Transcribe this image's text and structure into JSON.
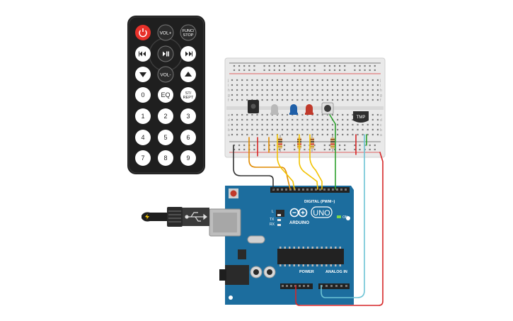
{
  "remote": {
    "buttons": [
      {
        "label": "",
        "icon": "power-icon",
        "color": "#e8312a",
        "text_color": "#ffffff"
      },
      {
        "label": "VOL+",
        "color": "#2b2b2b",
        "text_color": "#ffffff"
      },
      {
        "label": "FUNC/\nSTOP",
        "color": "#2b2b2b",
        "text_color": "#ffffff"
      },
      {
        "label": "",
        "icon": "rewind-icon",
        "color": "#ffffff",
        "text_color": "#222222"
      },
      {
        "label": "",
        "icon": "play-pause-icon",
        "color": "#2b2b2b",
        "text_color": "#ffffff"
      },
      {
        "label": "",
        "icon": "fast-forward-icon",
        "color": "#ffffff",
        "text_color": "#222222"
      },
      {
        "label": "",
        "icon": "down-triangle-icon",
        "color": "#ffffff",
        "text_color": "#222222"
      },
      {
        "label": "VOL-",
        "color": "#2b2b2b",
        "text_color": "#ffffff"
      },
      {
        "label": "",
        "icon": "up-triangle-icon",
        "color": "#ffffff",
        "text_color": "#222222"
      },
      {
        "label": "0",
        "color": "#ffffff",
        "text_color": "#222222"
      },
      {
        "label": "EQ",
        "color": "#ffffff",
        "text_color": "#222222"
      },
      {
        "label": "ST/\nREPT",
        "color": "#ffffff",
        "text_color": "#222222"
      },
      {
        "label": "1",
        "color": "#ffffff",
        "text_color": "#222222"
      },
      {
        "label": "2",
        "color": "#ffffff",
        "text_color": "#222222"
      },
      {
        "label": "3",
        "color": "#ffffff",
        "text_color": "#222222"
      },
      {
        "label": "4",
        "color": "#ffffff",
        "text_color": "#222222"
      },
      {
        "label": "5",
        "color": "#ffffff",
        "text_color": "#222222"
      },
      {
        "label": "6",
        "color": "#ffffff",
        "text_color": "#222222"
      },
      {
        "label": "7",
        "color": "#ffffff",
        "text_color": "#222222"
      },
      {
        "label": "8",
        "color": "#ffffff",
        "text_color": "#222222"
      },
      {
        "label": "9",
        "color": "#ffffff",
        "text_color": "#222222"
      }
    ]
  },
  "breadboard": {
    "row_letters_top": [
      "j",
      "i",
      "h",
      "g",
      "f"
    ],
    "row_letters_bottom": [
      "e",
      "d",
      "c",
      "b",
      "a"
    ]
  },
  "components": {
    "sensor_label": "TMP",
    "led_colors": [
      "#b9b9b9",
      "#1f5fa8",
      "#c0392b"
    ]
  },
  "arduino": {
    "brand": "ARDUINO",
    "model": "UNO",
    "digital_label": "DIGITAL (PWM~)",
    "power_label": "POWER",
    "analog_label": "ANALOG IN",
    "on_label": "ON",
    "tx_label": "TX",
    "rx_label": "RX",
    "l_label": "L",
    "board_color": "#1c6d9e"
  },
  "wire_colors": {
    "black": "#333333",
    "orange": "#e08a00",
    "yellow": "#f2c200",
    "green": "#2ca02c",
    "cyan": "#6cc3d5",
    "red": "#d62728"
  }
}
